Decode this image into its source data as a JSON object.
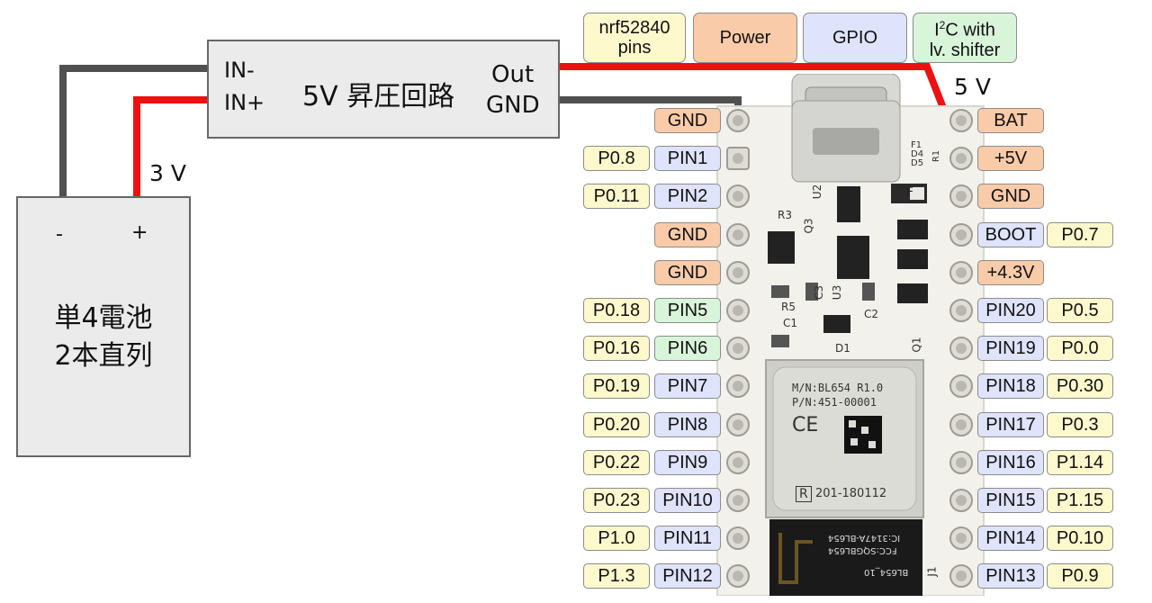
{
  "legend": {
    "nrf_line1": "nrf52840",
    "nrf_line2": "pins",
    "power": "Power",
    "gpio": "GPIO",
    "i2c_line1_pre": "I",
    "i2c_line1_sup": "2",
    "i2c_line1_post": "C with",
    "i2c_line2": "lv. shifter"
  },
  "boost": {
    "in_minus": "IN-",
    "in_plus": "IN+",
    "title": "5V 昇圧回路",
    "out": "Out",
    "gnd": "GND"
  },
  "battery": {
    "minus": "-",
    "plus": "+",
    "line1": "単4電池",
    "line2": "2本直列"
  },
  "voltages": {
    "three_v": "3 V",
    "five_v": "5 V"
  },
  "board": {
    "module_line1": "M/N:BL654  R1.0",
    "module_line2": "P/N:451-00001",
    "module_ce": "CE",
    "module_r": "R",
    "module_cert": "201-180112",
    "fcc_line1": "FCC:SQGBL654",
    "fcc_line2": "IC:3147A-BL654",
    "bottom_label": "BL654_10",
    "j1": "J1",
    "u2": "U2",
    "q3": "Q3",
    "r3": "R3",
    "r5": "R5",
    "c1": "C1",
    "c3": "C3",
    "u3": "U3",
    "c2": "C2",
    "d1": "D1",
    "q1": "Q1",
    "f_mark": "F",
    "f1": "F1",
    "d4": "D4",
    "d5": "D5",
    "r1": "R1"
  },
  "left_pins": [
    {
      "nrf": "",
      "pin": "GND",
      "pin_type": "power"
    },
    {
      "nrf": "P0.8",
      "pin": "PIN1",
      "pin_type": "gpio"
    },
    {
      "nrf": "P0.11",
      "pin": "PIN2",
      "pin_type": "gpio"
    },
    {
      "nrf": "",
      "pin": "GND",
      "pin_type": "power"
    },
    {
      "nrf": "",
      "pin": "GND",
      "pin_type": "power"
    },
    {
      "nrf": "P0.18",
      "pin": "PIN5",
      "pin_type": "i2c"
    },
    {
      "nrf": "P0.16",
      "pin": "PIN6",
      "pin_type": "i2c"
    },
    {
      "nrf": "P0.19",
      "pin": "PIN7",
      "pin_type": "gpio"
    },
    {
      "nrf": "P0.20",
      "pin": "PIN8",
      "pin_type": "gpio"
    },
    {
      "nrf": "P0.22",
      "pin": "PIN9",
      "pin_type": "gpio"
    },
    {
      "nrf": "P0.23",
      "pin": "PIN10",
      "pin_type": "gpio"
    },
    {
      "nrf": "P1.0",
      "pin": "PIN11",
      "pin_type": "gpio"
    },
    {
      "nrf": "P1.3",
      "pin": "PIN12",
      "pin_type": "gpio"
    }
  ],
  "right_pins": [
    {
      "pin": "BAT",
      "pin_type": "power",
      "nrf": ""
    },
    {
      "pin": "+5V",
      "pin_type": "power",
      "nrf": ""
    },
    {
      "pin": "GND",
      "pin_type": "power",
      "nrf": ""
    },
    {
      "pin": "BOOT",
      "pin_type": "gpio",
      "nrf": "P0.7"
    },
    {
      "pin": "+4.3V",
      "pin_type": "power",
      "nrf": ""
    },
    {
      "pin": "PIN20",
      "pin_type": "gpio",
      "nrf": "P0.5"
    },
    {
      "pin": "PIN19",
      "pin_type": "gpio",
      "nrf": "P0.0"
    },
    {
      "pin": "PIN18",
      "pin_type": "gpio",
      "nrf": "P0.30"
    },
    {
      "pin": "PIN17",
      "pin_type": "gpio",
      "nrf": "P0.3"
    },
    {
      "pin": "PIN16",
      "pin_type": "gpio",
      "nrf": "P1.14"
    },
    {
      "pin": "PIN15",
      "pin_type": "gpio",
      "nrf": "P1.15"
    },
    {
      "pin": "PIN14",
      "pin_type": "gpio",
      "nrf": "P0.10"
    },
    {
      "pin": "PIN13",
      "pin_type": "gpio",
      "nrf": "P0.9"
    }
  ],
  "colors": {
    "power": "#f9cba8",
    "gpio": "#dfe3fb",
    "nrf": "#fef8cd",
    "i2c": "#d8f5da",
    "wire_positive": "#ee1111",
    "wire_negative": "#505050",
    "pcb": "#f3f1ec",
    "module_shield": "#cfcfca",
    "antenna": "#1a1a1a"
  }
}
